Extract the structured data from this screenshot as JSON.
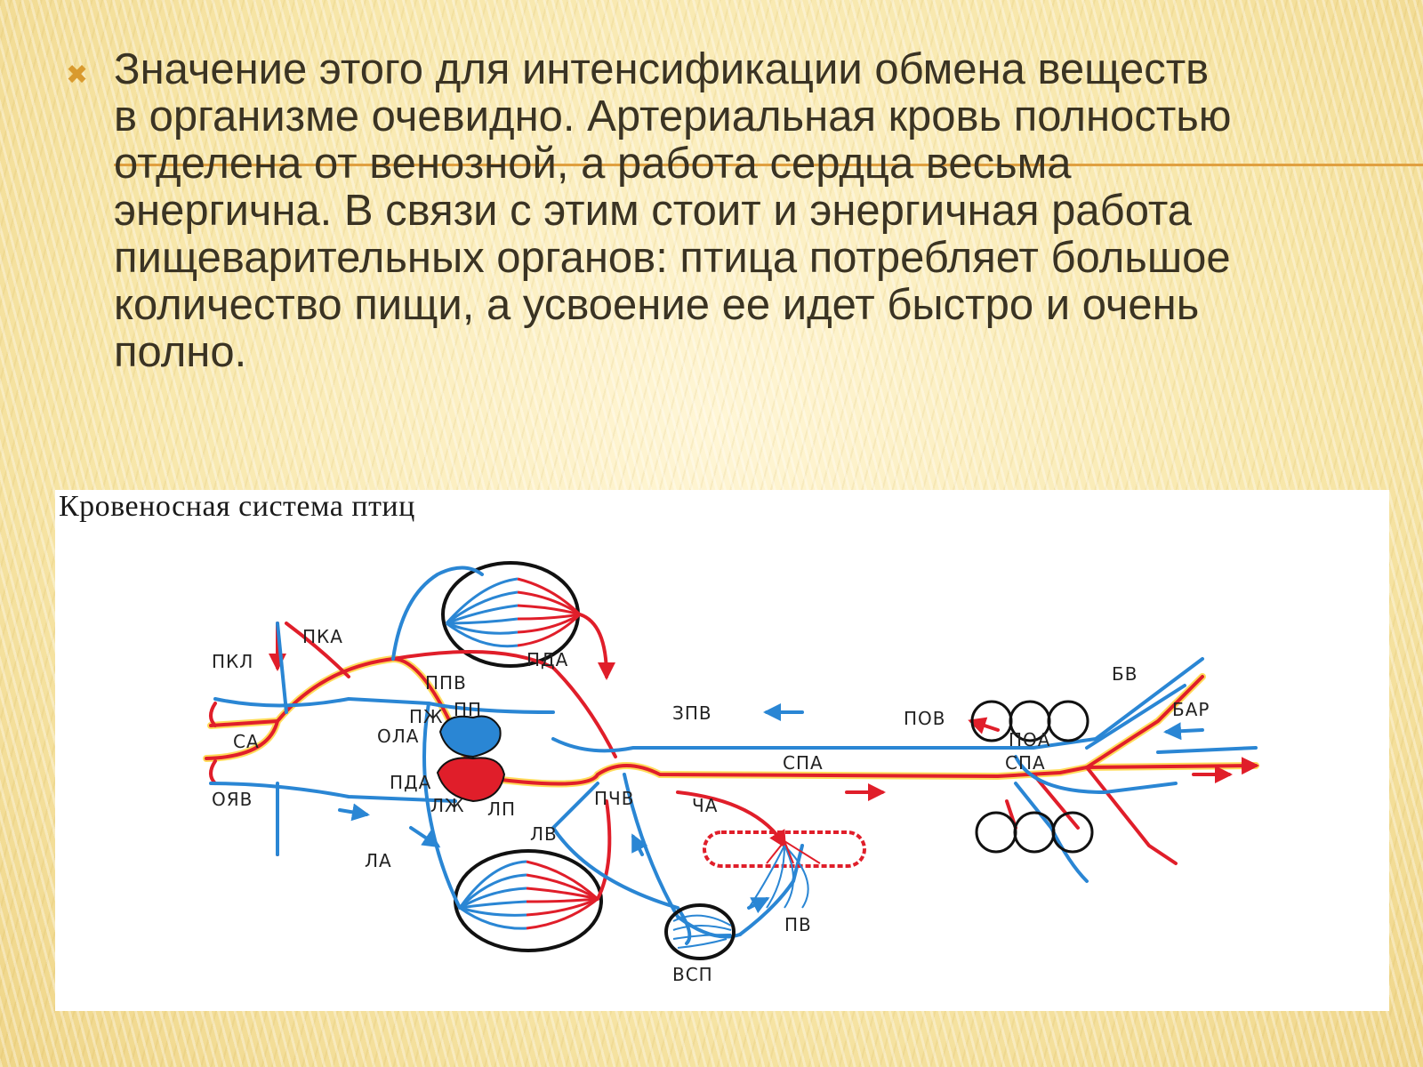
{
  "slide": {
    "bullet_icon": "cross-bullet-icon",
    "body_text": "Значение этого для интенсификации обмена веществ\nв организме очевидно. Артериальная кровь полностью\nотделена от венозной, а работа сердца весьма\nэнергична. В связи с этим стоит и энергичная работа\nпищеварительных органов: птица потребляет большое\nколичество пищи, а усвоение ее идет быстро и очень\nполно."
  },
  "figure": {
    "caption": "Кровеносная система птиц",
    "labels": {
      "pkl": "ПКЛ",
      "pka": "ПКА",
      "ca": "СА",
      "oyav": "ОЯВ",
      "ppv": "ППВ",
      "pzh_top": "ПЖ",
      "pp": "ПП",
      "ola": "ОЛА",
      "pda_top": "ПДА",
      "pda_left": "ПДА",
      "lzh": "ЛЖ",
      "lp": "ЛП",
      "la": "ЛА",
      "lv": "ЛВ",
      "pchv": "ПЧВ",
      "cha": "ЧА",
      "zpv": "ЗПВ",
      "spa_mid": "СПА",
      "pov": "ПОВ",
      "poa": "ПОА",
      "spa_right": "СПА",
      "bv": "БВ",
      "bar": "БАР",
      "pv": "ПВ",
      "vsp": "ВСП"
    },
    "colors": {
      "arterial": "#e01e2a",
      "venous": "#2a86d4",
      "highlight": "#ffd84a",
      "outline": "#111111"
    }
  }
}
